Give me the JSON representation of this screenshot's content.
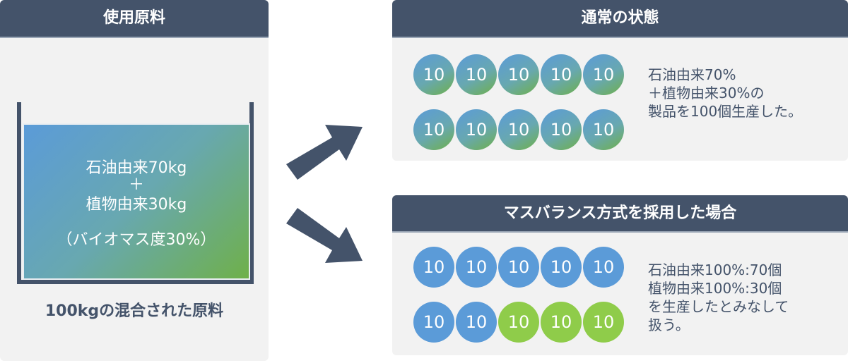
{
  "left_panel": {
    "title": "使用原料",
    "liquid": {
      "line1": "石油由来70kg",
      "line2": "＋",
      "line3": "植物由来30kg",
      "line4": "（バイオマス度30%）"
    },
    "caption": "100kgの混合された原料"
  },
  "normal_panel": {
    "title": "通常の状態",
    "circles": [
      {
        "value": "10",
        "type": "mixed"
      },
      {
        "value": "10",
        "type": "mixed"
      },
      {
        "value": "10",
        "type": "mixed"
      },
      {
        "value": "10",
        "type": "mixed"
      },
      {
        "value": "10",
        "type": "mixed"
      },
      {
        "value": "10",
        "type": "mixed"
      },
      {
        "value": "10",
        "type": "mixed"
      },
      {
        "value": "10",
        "type": "mixed"
      },
      {
        "value": "10",
        "type": "mixed"
      },
      {
        "value": "10",
        "type": "mixed"
      }
    ],
    "description": "石油由来70%\n＋植物由来30%の\n製品を100個生産した。"
  },
  "mass_balance_panel": {
    "title": "マスバランス方式を採用した場合",
    "circles": [
      {
        "value": "10",
        "type": "petroleum"
      },
      {
        "value": "10",
        "type": "petroleum"
      },
      {
        "value": "10",
        "type": "petroleum"
      },
      {
        "value": "10",
        "type": "petroleum"
      },
      {
        "value": "10",
        "type": "petroleum"
      },
      {
        "value": "10",
        "type": "petroleum"
      },
      {
        "value": "10",
        "type": "petroleum"
      },
      {
        "value": "10",
        "type": "plant"
      },
      {
        "value": "10",
        "type": "plant"
      },
      {
        "value": "10",
        "type": "plant"
      }
    ],
    "description": "石油由来100%:70個\n植物由来100%:30個\nを生産したとみなして\n扱う。"
  },
  "colors": {
    "header": "#44536a",
    "panel_bg": "#f2f2f2",
    "petroleum": "#5b9bd8",
    "plant": "#8fcc4a",
    "text": "#44536a"
  },
  "icons": {
    "arrow_up": "arrow-up-right-icon",
    "arrow_down": "arrow-down-right-icon"
  }
}
